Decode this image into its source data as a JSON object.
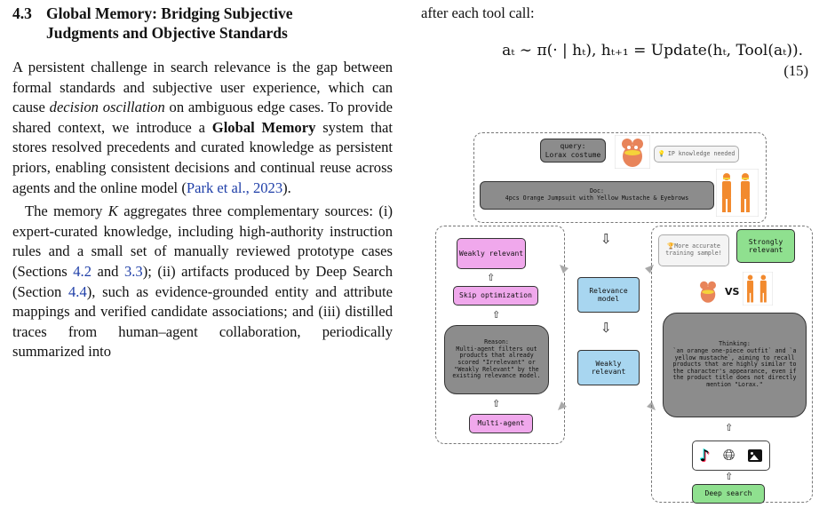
{
  "section": {
    "number": "4.3",
    "title_line1": "Global Memory: Bridging Subjective",
    "title_line2": "Judgments and Objective Standards"
  },
  "paragraph1": {
    "t1": "A persistent challenge in search relevance is the gap between formal standards and subjective user experience, which can cause ",
    "t2": "decision oscillation",
    "t3": " on ambiguous edge cases. To provide shared context, we introduce a ",
    "t4": "Global Memory",
    "t5": " system that stores resolved precedents and curated knowledge as persistent priors, enabling consistent decisions and continual reuse across agents and the online model (",
    "cite": "Park et al., 2023",
    "t6": ")."
  },
  "paragraph2": {
    "t1": "The memory ",
    "var": "K",
    "t2": " aggregates three complementary sources: (i) expert-curated knowledge, including high-authority instruction rules and a small set of manually reviewed prototype cases (Sections ",
    "ref1": "4.2",
    "t3": " and ",
    "ref2": "3.3",
    "t4": "); (ii) artifacts produced by Deep Search (Section ",
    "ref3": "4.4",
    "t5": "), such as evidence-grounded entity and attribute mappings and verified candidate associations; and (iii) distilled traces from human–agent collaboration, periodically summarized into"
  },
  "right_intro": "after each tool call:",
  "equation": {
    "text": "aₜ ∼ π(· | hₜ),    hₜ₊₁ = Update(hₜ, Tool(aₜ)).",
    "number": "(15)"
  },
  "figure": {
    "query_label": "query:",
    "query_value": "Lorax costume",
    "ip_note": "IP knowledge needed",
    "doc_label": "Doc:",
    "doc_value": "4pcs Orange Jumpsuit with Yellow Mustache & Eyebrows",
    "weakly_relevant_top": "Weakly relevant",
    "skip_optimization": "Skip optimization",
    "reason_label": "Reason:",
    "reason_text": "Multi-agent filters out products that already scored \"Irrelevant\" or \"Weakly Relevant\" by the existing relevance model.",
    "multi_agent": "Multi-agent",
    "relevance_model": "Relevance model",
    "weakly_relevant_mid": "Weakly relevant",
    "training_sample": "More accurate training sample!",
    "strongly_relevant": "Strongly relevant",
    "vs": "VS",
    "thinking_label": "Thinking:",
    "thinking_text": "`an orange one-piece outfit` and `a yellow mustache`, aiming to recall products that are highly similar to the character's appearance, even if the product title does not directly mention \"Lorax.\"",
    "deep_search": "Deep search",
    "colors": {
      "pink": "#f0a8ec",
      "blue": "#a8d6f0",
      "green": "#8fe08f",
      "grey": "#9a9a9a",
      "dark": "#7a7a7a",
      "orange": "#f28a2e",
      "lorax": "#e8845a",
      "yellow": "#f5d33a"
    }
  }
}
